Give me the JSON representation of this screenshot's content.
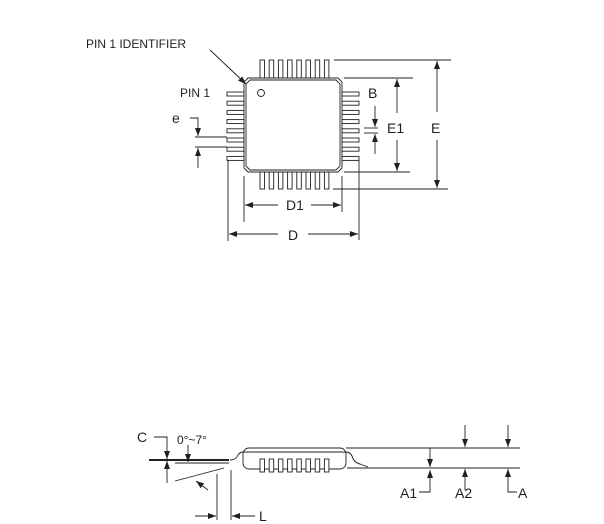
{
  "top_view": {
    "pin1_identifier_label": "PIN 1 IDENTIFIER",
    "pin1_label": "PIN 1",
    "pitch_label": "e",
    "lead_width_label": "B",
    "body_width_label": "E1",
    "overall_width_label": "E",
    "body_length_label": "D1",
    "overall_length_label": "D"
  },
  "side_view": {
    "lead_thickness_label": "C",
    "lead_angle_label": "0°~7°",
    "standoff_label": "A1",
    "body_thickness_label": "A2",
    "overall_height_label": "A",
    "foot_length_label": "L"
  }
}
